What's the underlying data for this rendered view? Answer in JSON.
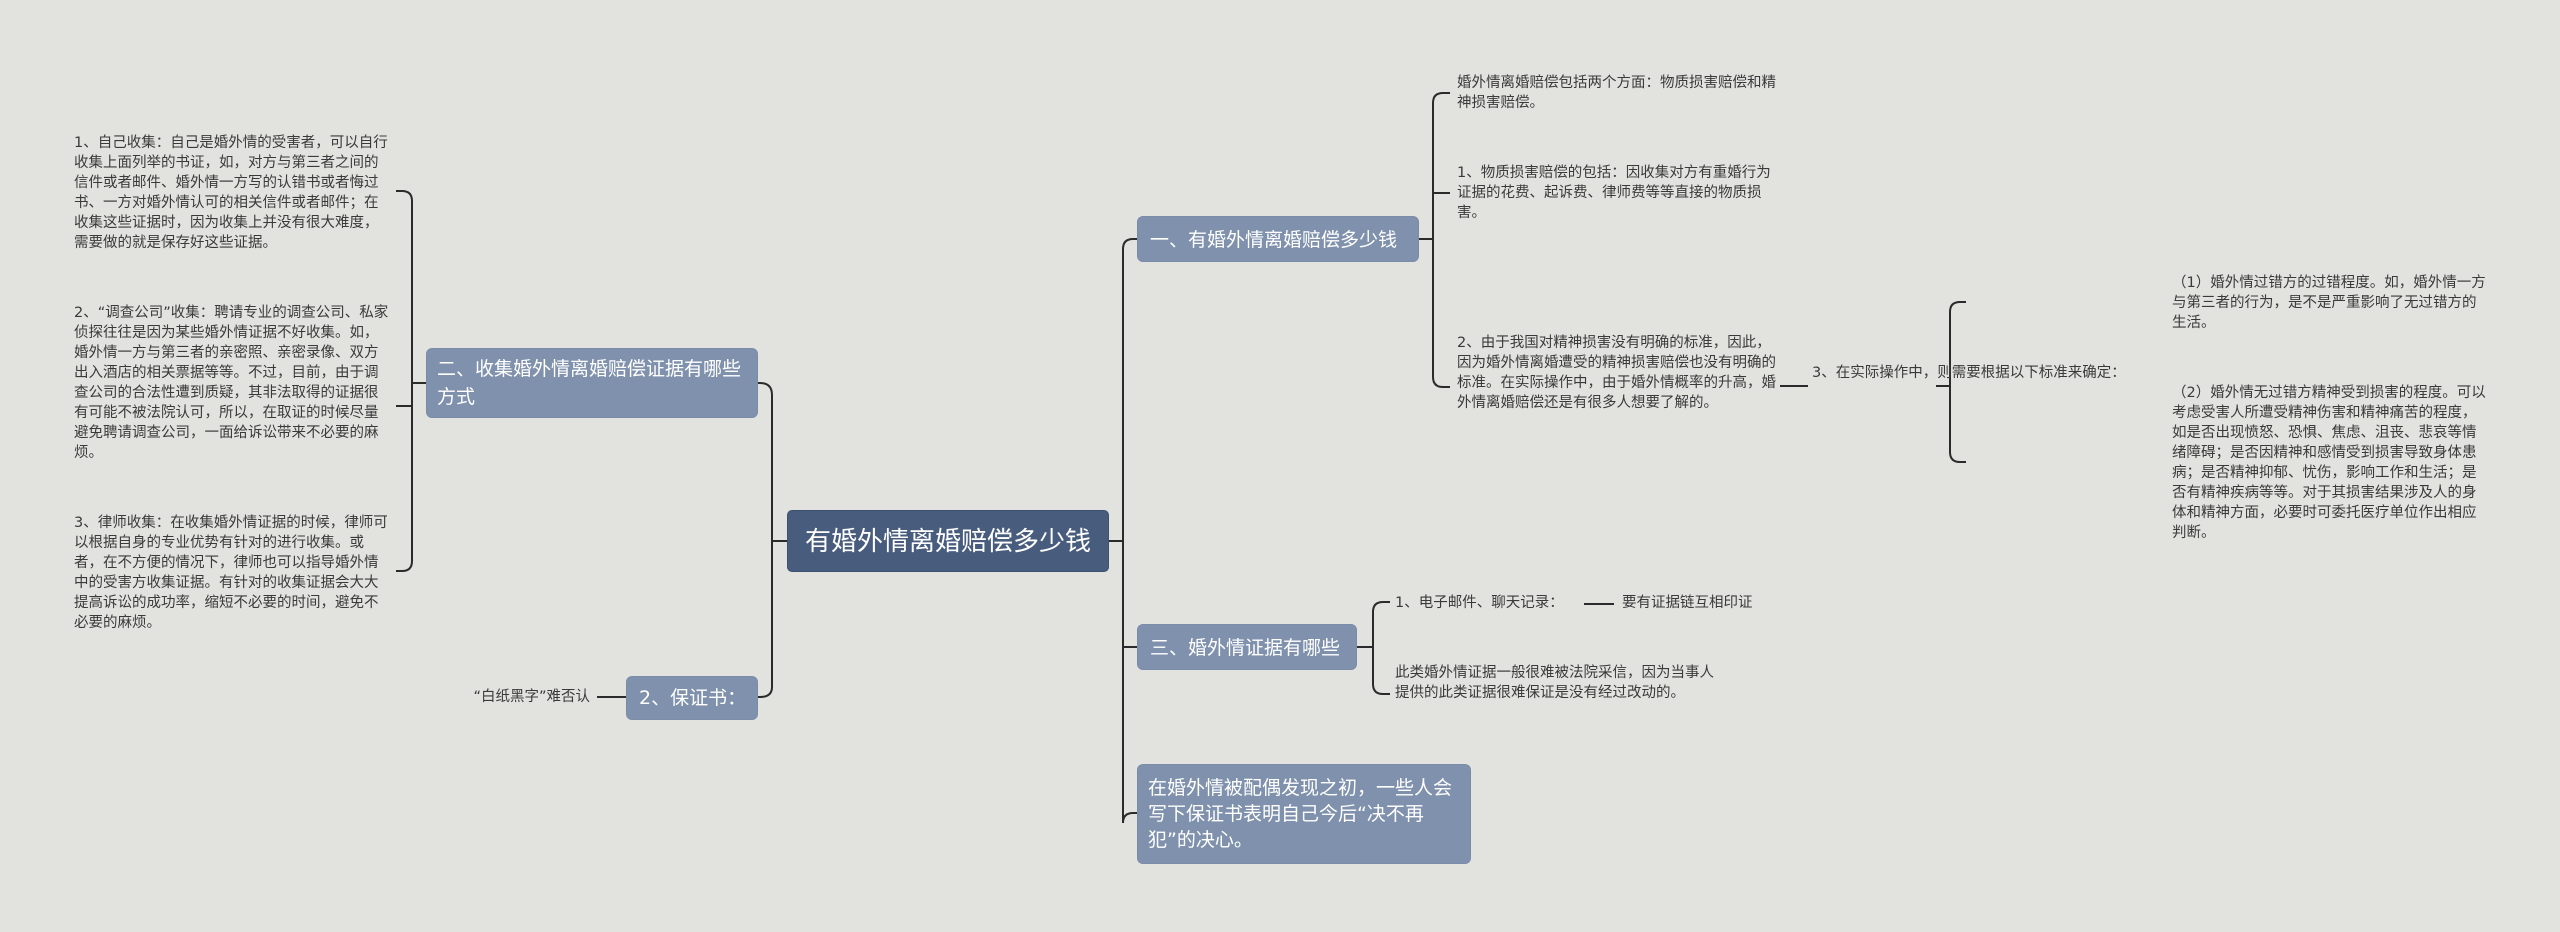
{
  "root": "有婚外情离婚赔偿多少钱",
  "right": {
    "b1": {
      "label": "一、有婚外情离婚赔偿多少钱",
      "items": [
        "婚外情离婚赔偿包括两个方面：物质损害赔偿和精神损害赔偿。",
        "1、物质损害赔偿的包括：因收集对方有重婚行为证据的花费、起诉费、律师费等等直接的物质损害。",
        "2、由于我国对精神损害没有明确的标准，因此，因为婚外情离婚遭受的精神损害赔偿也没有明确的标准。在实际操作中，由于婚外情概率的升高，婚外情离婚赔偿还是有很多人想要了解的。"
      ],
      "sub": {
        "label": "3、在实际操作中，则需要根据以下标准来确定：",
        "items": [
          "（1）婚外情过错方的过错程度。如，婚外情一方与第三者的行为，是不是严重影响了无过错方的生活。",
          "（2）婚外情无过错方精神受到损害的程度。可以考虑受害人所遭受精神伤害和精神痛苦的程度，如是否出现愤怒、恐惧、焦虑、沮丧、悲哀等情绪障碍；是否因精神和感情受到损害导致身体患病；是否精神抑郁、忧伤，影响工作和生活；是否有精神疾病等等。对于其损害结果涉及人的身体和精神方面，必要时可委托医疗单位作出相应判断。"
        ]
      }
    },
    "b3": {
      "label": "三、婚外情证据有哪些",
      "items": [
        "1、电子邮件、聊天记录：",
        "此类婚外情证据一般很难被法院采信，因为当事人提供的此类证据很难保证是没有经过改动的。"
      ],
      "email_child": "要有证据链互相印证"
    },
    "b4": {
      "label": "在婚外情被配偶发现之初，一些人会写下保证书表明自己今后“决不再犯”的决心。"
    }
  },
  "left": {
    "b2": {
      "label": "二、收集婚外情离婚赔偿证据有哪些方式",
      "items": [
        "1、自己收集：自己是婚外情的受害者，可以自行收集上面列举的书证，如，对方与第三者之间的信件或者邮件、婚外情一方写的认错书或者悔过书、一方对婚外情认可的相关信件或者邮件；在收集这些证据时，因为收集上并没有很大难度，需要做的就是保存好这些证据。",
        "2、“调查公司”收集：聘请专业的调查公司、私家侦探往往是因为某些婚外情证据不好收集。如，婚外情一方与第三者的亲密照、亲密录像、双方出入酒店的相关票据等等。不过，目前，由于调查公司的合法性遭到质疑，其非法取得的证据很有可能不被法院认可，所以，在取证的时候尽量避免聘请调查公司，一面给诉讼带来不必要的麻烦。",
        "3、律师收集：在收集婚外情证据的时候，律师可以根据自身的专业优势有针对的进行收集。或者，在不方便的情况下，律师也可以指导婚外情中的受害方收集证据。有针对的收集证据会大大提高诉讼的成功率，缩短不必要的时间，避免不必要的麻烦。"
      ]
    },
    "b5": {
      "label": "2、保证书：",
      "child": "“白纸黑字”难否认"
    }
  },
  "colors": {
    "background": "#e2e3df",
    "root": "#485d7e",
    "branch": "#7f91ac",
    "line": "#2b2b2b"
  }
}
